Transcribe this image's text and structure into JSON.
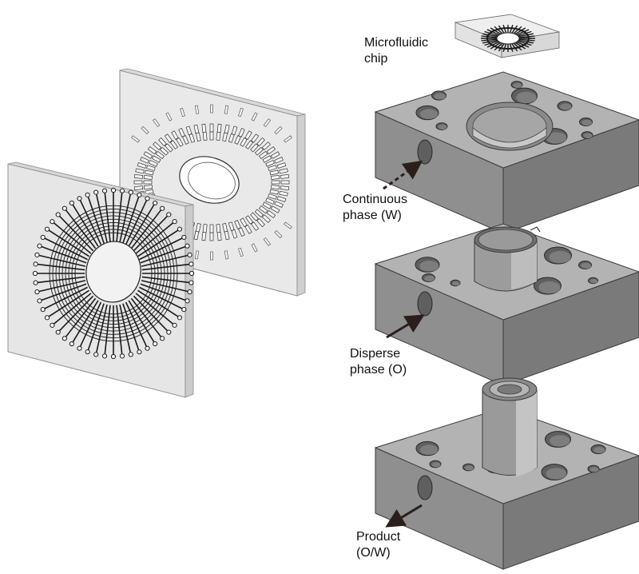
{
  "labels": {
    "chip": {
      "line1": "Microfluidic",
      "line2": "chip"
    },
    "continuous": {
      "line1": "Continuous",
      "line2": "phase (W)"
    },
    "disperse": {
      "line1": "Disperse",
      "line2": "phase (O)"
    },
    "product": {
      "line1": "Product",
      "line2": "(O/W)"
    }
  },
  "colors": {
    "block_top": "#b3b3b3",
    "block_front": "#8f8f8f",
    "block_side": "#7a7a7a",
    "hole": "#5f5f5f",
    "glass": "#e6e6e6",
    "glass_edge": "#9a9a9a",
    "channel": "#1a1a1a",
    "arrow": "#2a1f1c"
  },
  "icons": {
    "continuous_arrow": "dashed-arrow-icon",
    "disperse_arrow": "solid-arrow-icon",
    "product_arrow": "solid-arrow-icon"
  }
}
